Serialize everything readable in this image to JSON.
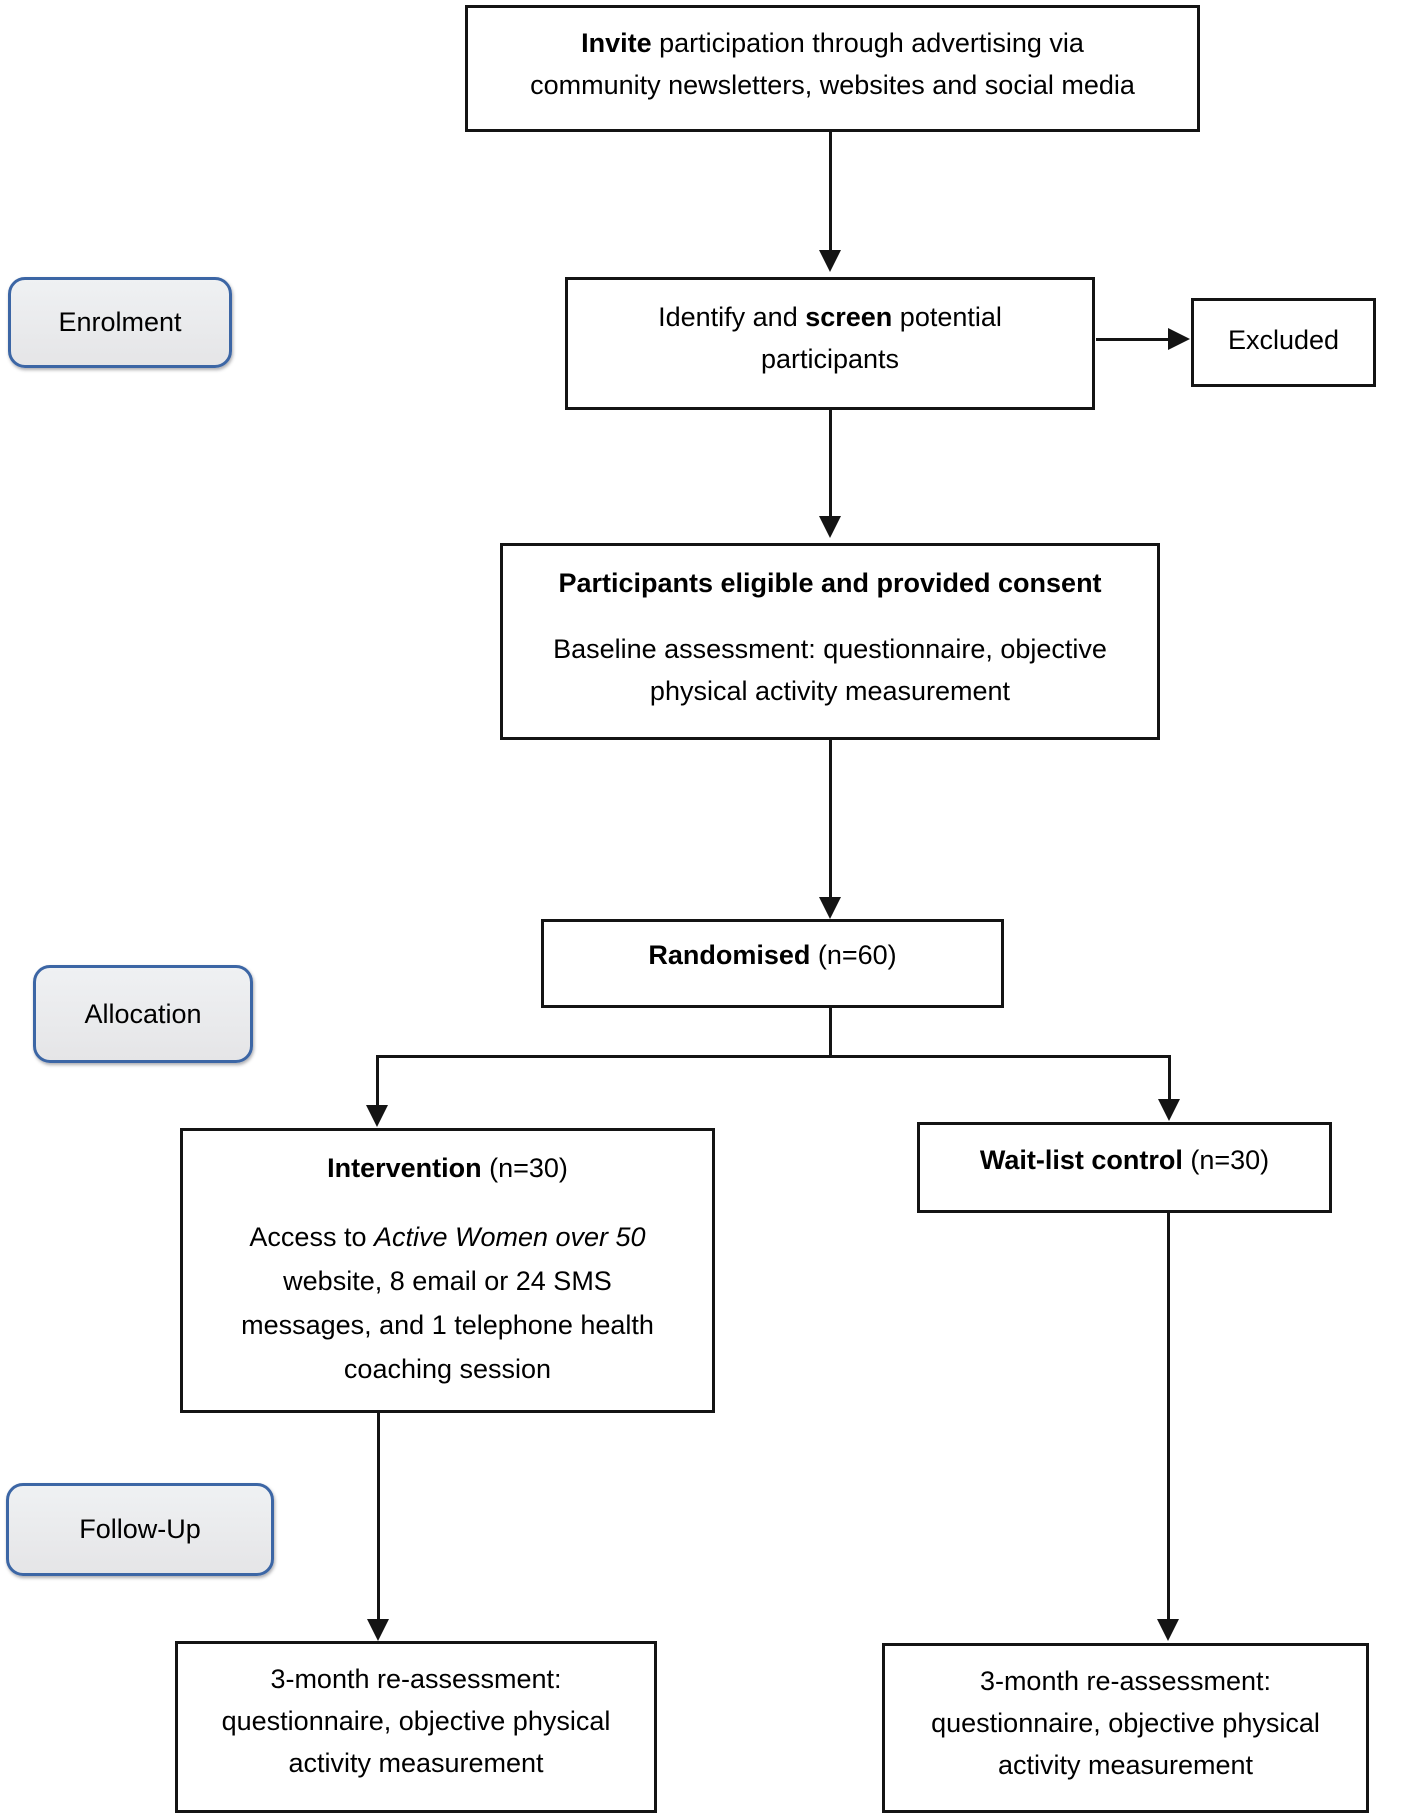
{
  "labels": {
    "enrolment": "Enrolment",
    "allocation": "Allocation",
    "follow_up": "Follow-Up"
  },
  "boxes": {
    "invite": {
      "line1_bold": "Invite",
      "line1_rest": " participation through advertising via",
      "line2": "community newsletters, websites and social media"
    },
    "identify": {
      "line1_pre": "Identify and ",
      "line1_bold": "screen",
      "line1_post": " potential",
      "line2": "participants"
    },
    "excluded": {
      "label": "Excluded"
    },
    "consent": {
      "title": "Participants eligible and provided consent",
      "body_line1": "Baseline assessment: questionnaire, objective",
      "body_line2": "physical activity measurement"
    },
    "randomised": {
      "bold": "Randomised",
      "rest": " (n=60)"
    },
    "intervention": {
      "title_bold": "Intervention",
      "title_rest": " (n=30)",
      "body_line1_pre": "Access to ",
      "body_line1_italic": "Active Women over 50",
      "body_line2": "website, 8 email or 24 SMS",
      "body_line3": "messages, and 1 telephone health",
      "body_line4": "coaching session"
    },
    "waitlist": {
      "bold": "Wait-list control",
      "rest": " (n=30)"
    },
    "followup_left": {
      "line1": "3-month re-assessment:",
      "line2": "questionnaire, objective physical",
      "line3": "activity measurement"
    },
    "followup_right": {
      "line1": "3-month re-assessment:",
      "line2": "questionnaire, objective physical",
      "line3": "activity measurement"
    }
  },
  "colors": {
    "box_border": "#141414",
    "arrow": "#141414",
    "stage_label_fill": "#e9e9e9",
    "stage_label_border": "#3c66a5",
    "text": "#000000",
    "background": "#ffffff"
  }
}
